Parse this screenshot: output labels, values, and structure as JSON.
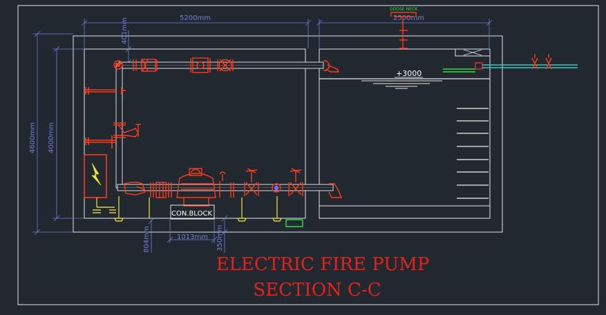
{
  "drawing": {
    "title_line1": "ELECTRIC FIRE PUMP",
    "title_line2": "SECTION C-C",
    "colors": {
      "background": "#212830",
      "frame": "#e8e8e8",
      "dimension": "#6f7fd6",
      "equipment": "#ff3a1a",
      "equipment_dark": "#d9351f",
      "title": "#e8201a",
      "support": "#d8d040",
      "green": "#34e040",
      "cyan": "#33c8c8",
      "pipe": "#dcdcdc"
    }
  },
  "dimensions": {
    "top_width": "5200mm",
    "pipe_offset": "401mm",
    "tank_width": "2500mm",
    "outer_height": "4600mm",
    "inner_height": "4000mm",
    "block_offset": "804mm",
    "block_width": "1013mm",
    "block_height": "350mm"
  },
  "labels": {
    "con_block": "CON.BLOCK",
    "level": "+3000",
    "goose_neck": "GOOSE NECK"
  }
}
